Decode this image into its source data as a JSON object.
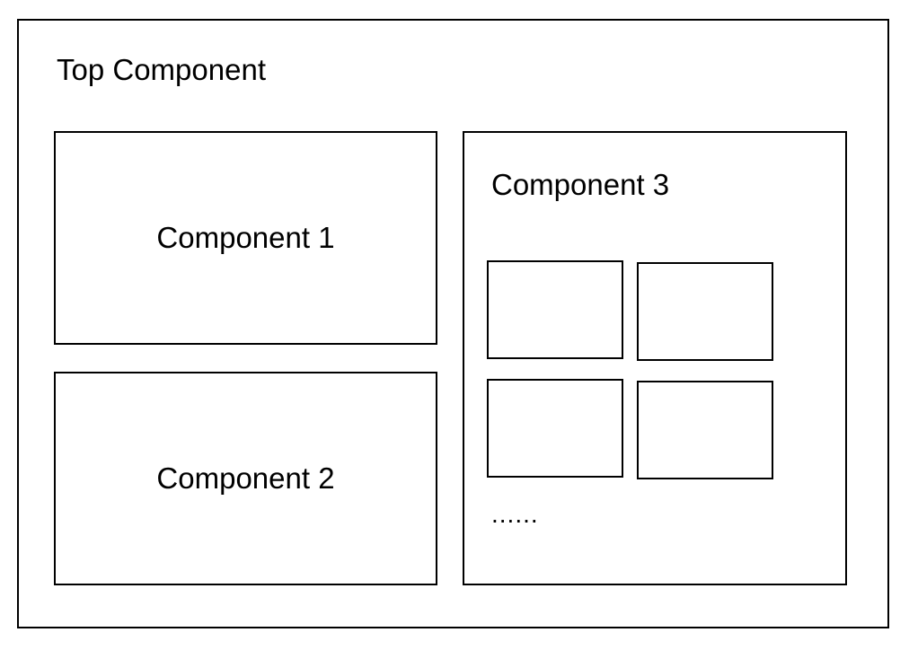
{
  "diagram": {
    "top_component": {
      "label": "Top Component"
    },
    "component_1": {
      "label": "Component 1"
    },
    "component_2": {
      "label": "Component 2"
    },
    "component_3": {
      "label": "Component 3",
      "children_count_shown": 4,
      "more_indicator": "......"
    },
    "colors": {
      "border": "#000000",
      "background": "#ffffff",
      "text": "#000000"
    }
  }
}
